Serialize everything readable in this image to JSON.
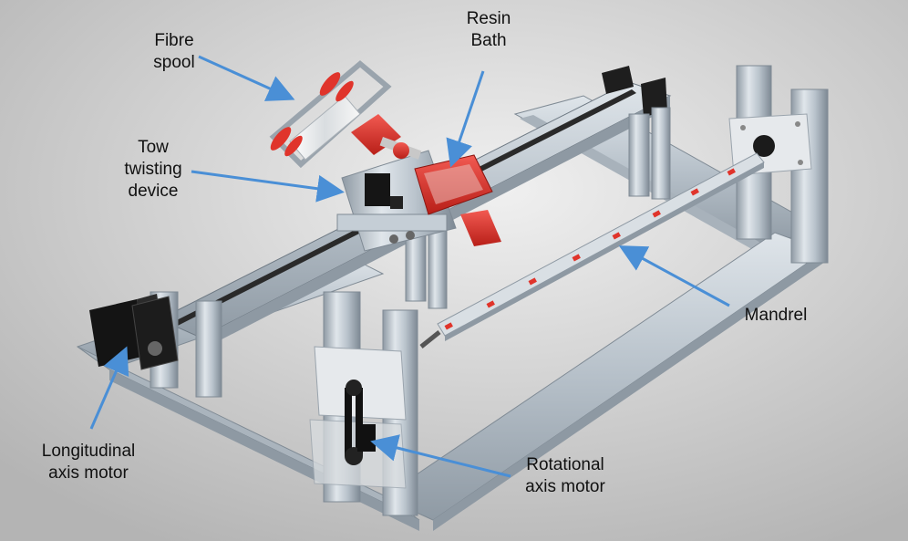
{
  "labels": {
    "fibre_spool": [
      "Fibre",
      "spool"
    ],
    "resin_bath": [
      "Resin",
      "Bath"
    ],
    "tow_twisting_device": [
      "Tow",
      "twisting",
      "device"
    ],
    "mandrel": [
      "Mandrel"
    ],
    "longitudinal_axis_motor": [
      "Longitudinal",
      "axis motor"
    ],
    "rotational_axis_motor": [
      "Rotational",
      "axis motor"
    ]
  },
  "colors": {
    "background_light": "#ececec",
    "background_dark": "#b8b8b8",
    "aluminium": "#b9c3cc",
    "aluminium_dark": "#8e99a3",
    "accent_red": "#e0342b",
    "motor_black": "#161616",
    "arrow_blue": "#4a8fd6"
  }
}
